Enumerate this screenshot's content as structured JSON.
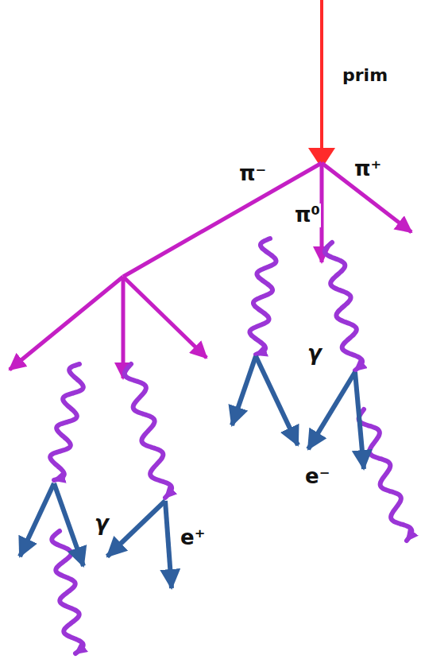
{
  "diagram": {
    "labels": [
      "prim",
      "π⁻",
      "π⁺",
      "π⁰",
      "γ",
      "e⁻",
      "γ",
      "e⁺"
    ]
  }
}
